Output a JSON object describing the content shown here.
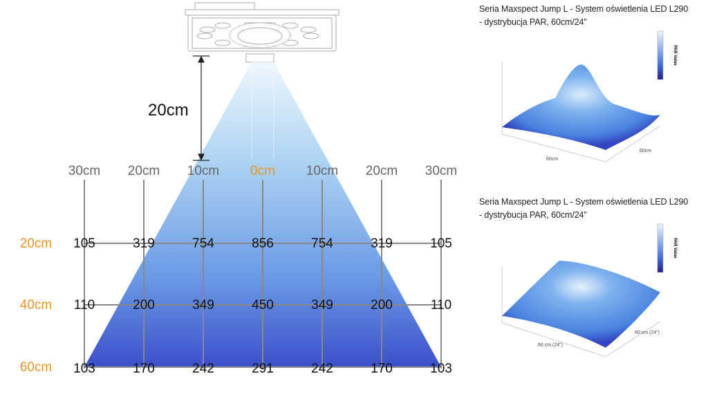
{
  "diagram": {
    "height_label": "20cm",
    "column_labels": [
      "30cm",
      "20cm",
      "10cm",
      "0cm",
      "10cm",
      "20cm",
      "30cm"
    ],
    "center_column_index": 3,
    "rows": [
      {
        "label": "20cm",
        "values": [
          "105",
          "319",
          "754",
          "856",
          "754",
          "319",
          "105"
        ]
      },
      {
        "label": "40cm",
        "values": [
          "110",
          "200",
          "349",
          "450",
          "349",
          "200",
          "110"
        ]
      },
      {
        "label": "60cm",
        "values": [
          "103",
          "170",
          "242",
          "291",
          "242",
          "170",
          "103"
        ]
      }
    ],
    "colors": {
      "accent": "#e8962a",
      "beam_top": "#e6f2fc",
      "beam_bottom": "#3b4fcb"
    }
  },
  "charts": [
    {
      "title_line1": "Seria Maxspect Jump L - System oświetlenia LED L290",
      "title_line2": "- dystrybucja PAR, 60cm/24\"",
      "colorbar_label": "PAR Value",
      "x_label": "60cm",
      "y_label": "60cm"
    },
    {
      "title_line1": "Seria Maxspect Jump L - System oświetlenia LED L290",
      "title_line2": "- dystrybucja PAR, 60cm/24\"",
      "colorbar_label": "PAR Value",
      "x_label": "60 cm (24\")",
      "y_label": "60 cm (24\")"
    }
  ]
}
